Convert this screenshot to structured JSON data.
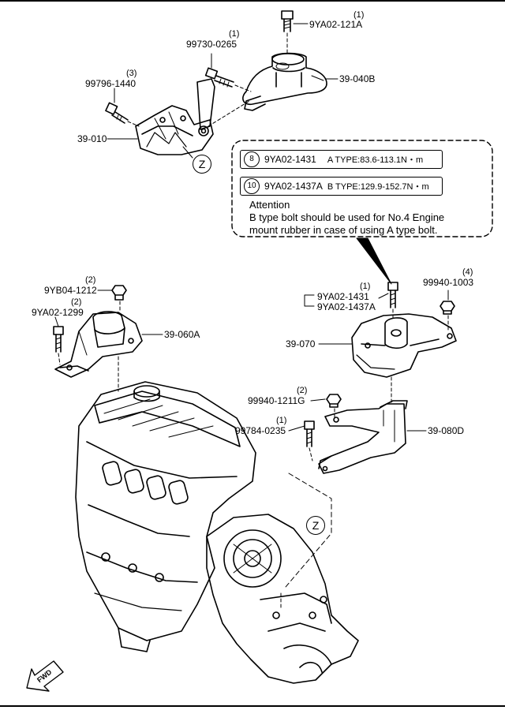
{
  "labels": {
    "bolt_top": "9YA02-121A",
    "bolt_top_qty": "(1)",
    "bolt_99730": "99730-0265",
    "bolt_99730_qty": "(1)",
    "bolt_99796": "99796-1440",
    "bolt_99796_qty": "(3)",
    "mount_39040": "39-040B",
    "bracket_39010": "39-010",
    "nut_9yb04": "9YB04-1212",
    "nut_9yb04_qty": "(2)",
    "bolt_9ya02_1299": "9YA02-1299",
    "bolt_9ya02_1299_qty": "(2)",
    "mount_39060": "39-060A",
    "bolt_1431": "9YA02-1431",
    "bolt_1431_qty": "(1)",
    "bolt_1437": "9YA02-1437A",
    "nut_99940_1003": "99940-1003",
    "nut_99940_1003_qty": "(4)",
    "mount_39070": "39-070",
    "nut_99940_1211": "99940-1211G",
    "nut_99940_1211_qty": "(2)",
    "bolt_99784": "99784-0235",
    "bolt_99784_qty": "(1)",
    "bracket_39080": "39-080D",
    "ref_z": "Z",
    "fwd": "FWD"
  },
  "callout": {
    "row1_circle": "8",
    "row1_part": "9YA02-1431",
    "row1_spec": "A TYPE:83.6-113.1N・m",
    "row2_circle": "10",
    "row2_part": "9YA02-1437A",
    "row2_spec": "B TYPE:129.9-152.7N・m",
    "attention_title": "Attention",
    "attention_line1": "B type bolt should be used for No.4 Engine",
    "attention_line2": "mount rubber in case of using A type bolt."
  }
}
